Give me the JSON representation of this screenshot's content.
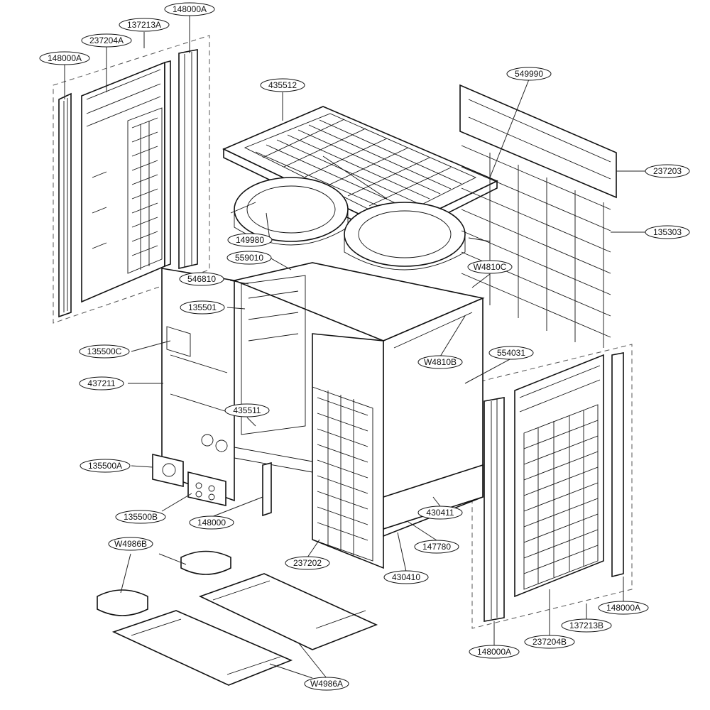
{
  "diagram": {
    "type": "exploded-parts-view",
    "colors": {
      "line": "#111111",
      "background": "#ffffff"
    },
    "callouts": [
      {
        "id": "c01",
        "label": "148000A"
      },
      {
        "id": "c02",
        "label": "137213A"
      },
      {
        "id": "c03",
        "label": "237204A"
      },
      {
        "id": "c04",
        "label": "148000A"
      },
      {
        "id": "c05",
        "label": "435512"
      },
      {
        "id": "c06",
        "label": "549990"
      },
      {
        "id": "c07",
        "label": "237203"
      },
      {
        "id": "c08",
        "label": "135303"
      },
      {
        "id": "c09",
        "label": "149980"
      },
      {
        "id": "c10",
        "label": "559010"
      },
      {
        "id": "c11",
        "label": "546810"
      },
      {
        "id": "c12",
        "label": "W4810C"
      },
      {
        "id": "c13",
        "label": "135501"
      },
      {
        "id": "c14",
        "label": "135500C"
      },
      {
        "id": "c15",
        "label": "W4810B"
      },
      {
        "id": "c16",
        "label": "554031"
      },
      {
        "id": "c17",
        "label": "437211"
      },
      {
        "id": "c18",
        "label": "435511"
      },
      {
        "id": "c19",
        "label": "135500A"
      },
      {
        "id": "c20",
        "label": "430411"
      },
      {
        "id": "c21",
        "label": "135500B"
      },
      {
        "id": "c22",
        "label": "148000"
      },
      {
        "id": "c23",
        "label": "147780"
      },
      {
        "id": "c24",
        "label": "W4986B"
      },
      {
        "id": "c25",
        "label": "237202"
      },
      {
        "id": "c26",
        "label": "430410"
      },
      {
        "id": "c27",
        "label": "148000A"
      },
      {
        "id": "c28",
        "label": "137213B"
      },
      {
        "id": "c29",
        "label": "237204B"
      },
      {
        "id": "c30",
        "label": "148000A"
      },
      {
        "id": "c31",
        "label": "W4986A"
      }
    ]
  }
}
